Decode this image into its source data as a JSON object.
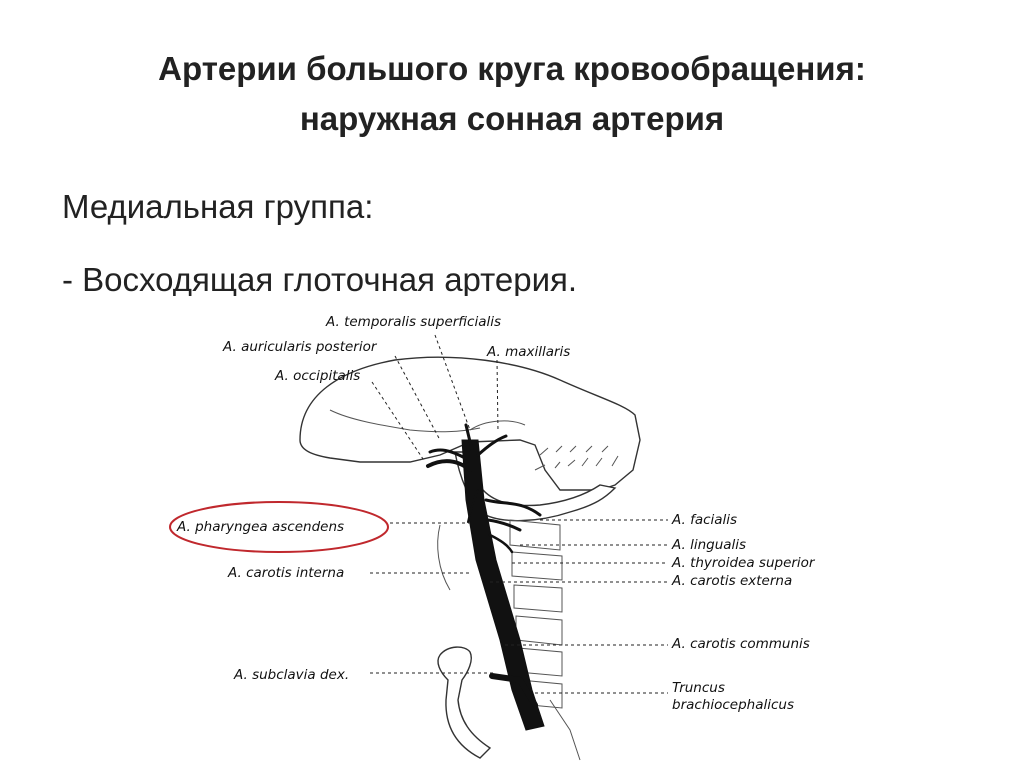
{
  "slide": {
    "title_line1": "Артерии большого круга кровообращения:",
    "title_line2": "наружная сонная артерия",
    "text_line1": "Медиальная группа:",
    "text_line2": "- Восходящая глоточная артерия."
  },
  "labels": {
    "temporalis": "A. temporalis superficialis",
    "auricularis": "A. auricularis posterior",
    "maxillaris": "A. maxillaris",
    "occipitalis": "A. occipitalis",
    "pharyngea": "A. pharyngea ascendens",
    "carotis_interna": "A. carotis interna",
    "subclavia": "A. subclavia dex.",
    "facialis": "A. facialis",
    "lingualis": "A. lingualis",
    "thyroidea": "A. thyroidea superior",
    "carotis_externa": "A. carotis externa",
    "carotis_communis": "A. carotis communis",
    "truncus_1": "Truncus",
    "truncus_2": "brachiocephalicus"
  },
  "colors": {
    "highlight": "#c0282d",
    "artery": "#111111"
  }
}
